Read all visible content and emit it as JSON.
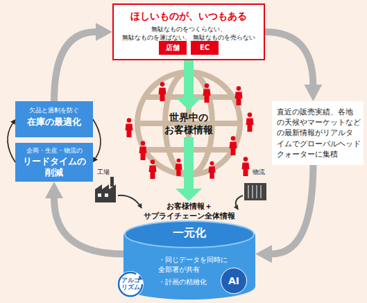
{
  "diagram": {
    "nodes": [
      {
        "text": [
          "ほしいものが、いつもある",
          "無駄なものをつくらない、無駄なものを運ばない、 無駄なものを売らない"
        ]
      },
      {
        "text": [
          "店舗"
        ],
        "in": 0
      },
      {
        "text": [
          "EC"
        ],
        "in": 0
      },
      {
        "text": [
          "直近の販売実績、各地 の天候やマーケットなど の最新情報がリアルタ イムでグローバルヘッド クォーターに集積"
        ]
      },
      {
        "text": [
          "欠品と過剰を防ぐ",
          "在庫の最適化"
        ]
      },
      {
        "text": [
          "企画・生産・物流の",
          "リードタイムの 削減"
        ]
      },
      {
        "text": [
          "一元化",
          "・同じデータを同時に 全部署が共有",
          "・計画の精緻化"
        ]
      },
      {
        "text": [
          "アルゴ リズム"
        ],
        "in": 6
      },
      {
        "text": [
          "AI"
        ],
        "in": 6
      }
    ],
    "edges": [
      {
        "from": 0,
        "to": 3,
        "arrow": "to"
      },
      {
        "from": 3,
        "to": 6,
        "arrow": "to"
      },
      {
        "from": 6,
        "to": 5,
        "arrow": "to"
      },
      {
        "from": 4,
        "to": 0,
        "arrow": "to"
      },
      {
        "from": 5,
        "to": 4,
        "arrow": "to"
      },
      {
        "from": 4,
        "to": 5,
        "arrow": "to"
      }
    ],
    "labels": [
      "世界中の お客様情報",
      "工場",
      "物流",
      "お客様情報＋ サプライチェーン全体情報"
    ]
  }
}
